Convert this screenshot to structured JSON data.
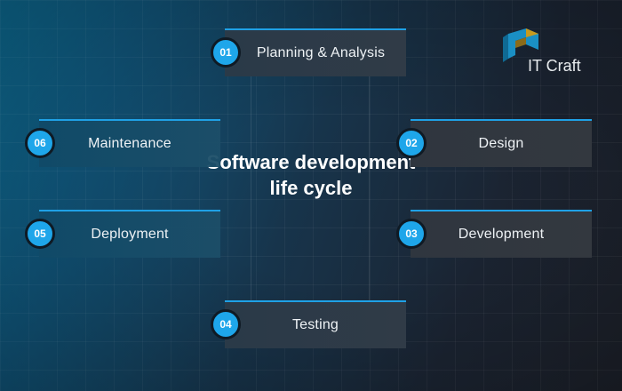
{
  "title": "Software development life cycle",
  "logo": {
    "text": "IT Craft"
  },
  "steps": [
    {
      "num": "01",
      "label": "Planning & Analysis"
    },
    {
      "num": "02",
      "label": "Design"
    },
    {
      "num": "03",
      "label": "Development"
    },
    {
      "num": "04",
      "label": "Testing"
    },
    {
      "num": "05",
      "label": "Deployment"
    },
    {
      "num": "06",
      "label": "Maintenance"
    }
  ],
  "colors": {
    "accent": "#1ea6ea",
    "background_start": "#0d6b92",
    "background_end": "#1c2029"
  }
}
